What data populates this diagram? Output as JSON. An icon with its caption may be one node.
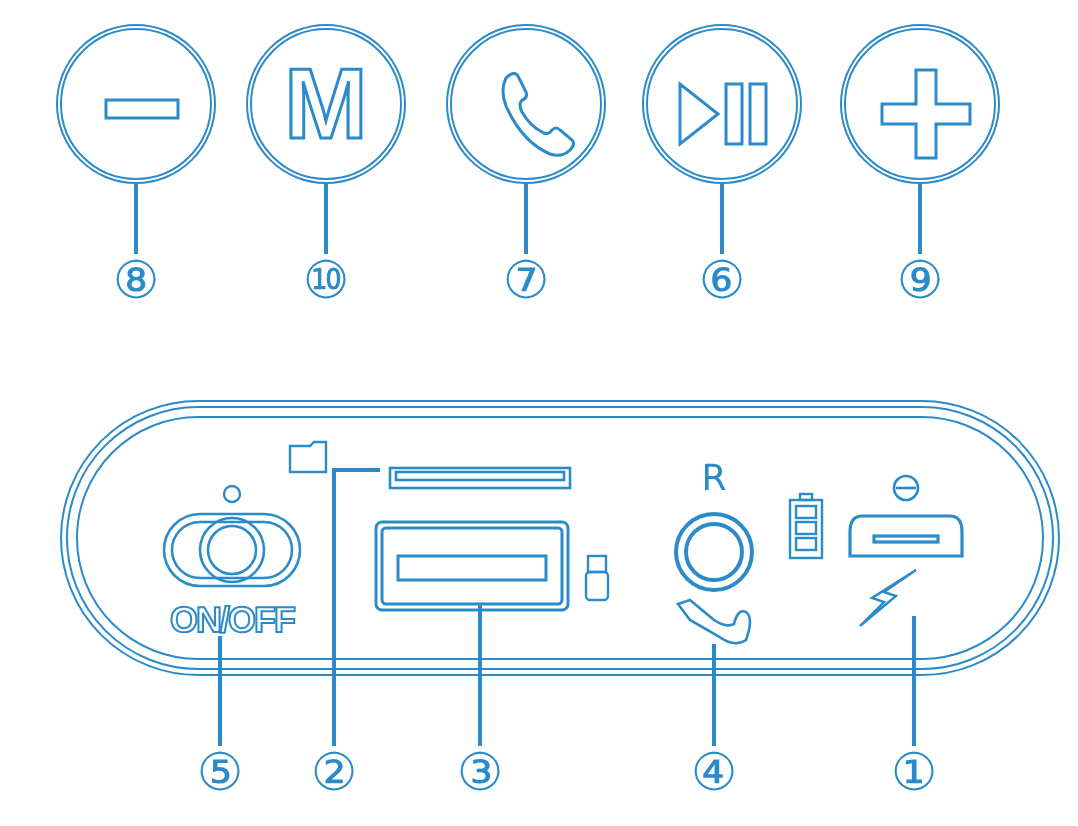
{
  "diagram": {
    "nodes": [
      {
        "text": [],
        "shape": "circle"
      },
      {
        "text": [
          "M"
        ]
      },
      {
        "text": [],
        "shape": "circle"
      },
      {
        "text": [],
        "shape": "circle"
      },
      {
        "text": [],
        "shape": "circle"
      },
      {
        "text": [
          "⑧"
        ]
      },
      {
        "text": [
          "⑩"
        ]
      },
      {
        "text": [
          "⑦"
        ]
      },
      {
        "text": [
          "⑥"
        ]
      },
      {
        "text": [
          "⑨"
        ]
      },
      {
        "text": [],
        "shape": "box"
      },
      {
        "text": [],
        "shape": "switch",
        "beside": [
          "ON/OFF"
        ],
        "in": 10
      },
      {
        "text": [],
        "shape": "slot",
        "in": 10
      },
      {
        "text": [],
        "shape": "port",
        "in": 10
      },
      {
        "text": [],
        "shape": "jack",
        "beside": [
          "R"
        ],
        "in": 10
      },
      {
        "text": [],
        "shape": "microport",
        "in": 10
      },
      {
        "text": [
          "⑤"
        ]
      },
      {
        "text": [
          "②"
        ]
      },
      {
        "text": [
          "③"
        ]
      },
      {
        "text": [
          "④"
        ]
      },
      {
        "text": [
          "①"
        ]
      }
    ],
    "edges": [
      {
        "from": 5,
        "to": 0,
        "arrow": "none"
      },
      {
        "from": 6,
        "to": 1,
        "arrow": "none"
      },
      {
        "from": 7,
        "to": 2,
        "arrow": "none"
      },
      {
        "from": 8,
        "to": 3,
        "arrow": "none"
      },
      {
        "from": 9,
        "to": 4,
        "arrow": "none"
      },
      {
        "from": 16,
        "to": 11,
        "arrow": "none"
      },
      {
        "from": 17,
        "to": 12,
        "arrow": "none"
      },
      {
        "from": 18,
        "to": 13,
        "arrow": "none"
      },
      {
        "from": 19,
        "to": 14,
        "arrow": "none"
      },
      {
        "from": 20,
        "to": 15,
        "arrow": "none"
      }
    ]
  }
}
